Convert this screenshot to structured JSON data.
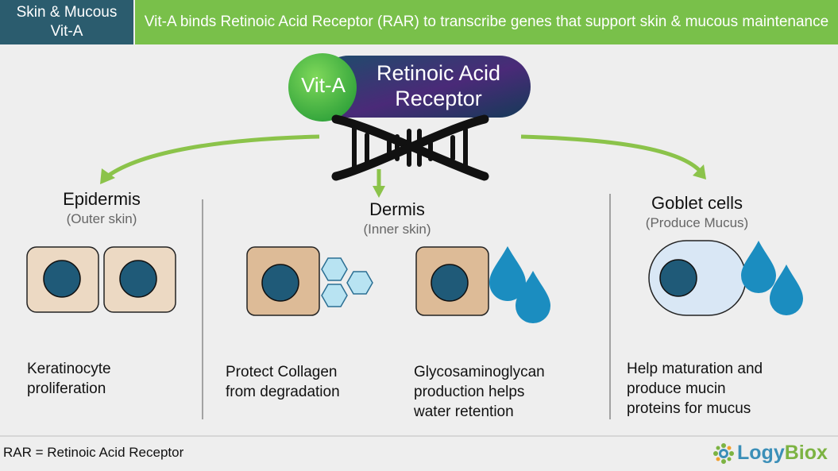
{
  "header": {
    "left_line1": "Skin & Mucous",
    "left_line2": "Vit-A",
    "description": "Vit-A binds Retinoic Acid Receptor (RAR) to transcribe genes that support skin & mucous maintenance"
  },
  "center": {
    "vitamin_label": "Vit-A",
    "receptor_line1": "Retinoic Acid",
    "receptor_line2": "Receptor"
  },
  "sections": {
    "epidermis": {
      "title": "Epidermis",
      "subtitle": "(Outer skin)",
      "desc_line1": "Keratinocyte",
      "desc_line2": "proliferation"
    },
    "dermis": {
      "title": "Dermis",
      "subtitle": "(Inner skin)",
      "collagen_line1": "Protect Collagen",
      "collagen_line2": "from degradation",
      "gag_line1": "Glycosaminoglycan",
      "gag_line2": "production helps",
      "gag_line3": "water retention"
    },
    "goblet": {
      "title": "Goblet cells",
      "subtitle": "(Produce Mucus)",
      "desc_line1": "Help maturation and",
      "desc_line2": "produce mucin",
      "desc_line3": "proteins for mucus"
    }
  },
  "footer": {
    "note": "RAR = Retinoic Acid Receptor",
    "logo_part1": "Logy",
    "logo_part2": "Biox"
  },
  "colors": {
    "header_left": "#2b5c6e",
    "header_right": "#79c04a",
    "arrow": "#8bc34a",
    "nucleus": "#1f5a78",
    "cell_light": "#ecd9c3",
    "cell_dark": "#ddbb97",
    "drop": "#1b8dc0",
    "collagen": "#b8e3f2"
  }
}
